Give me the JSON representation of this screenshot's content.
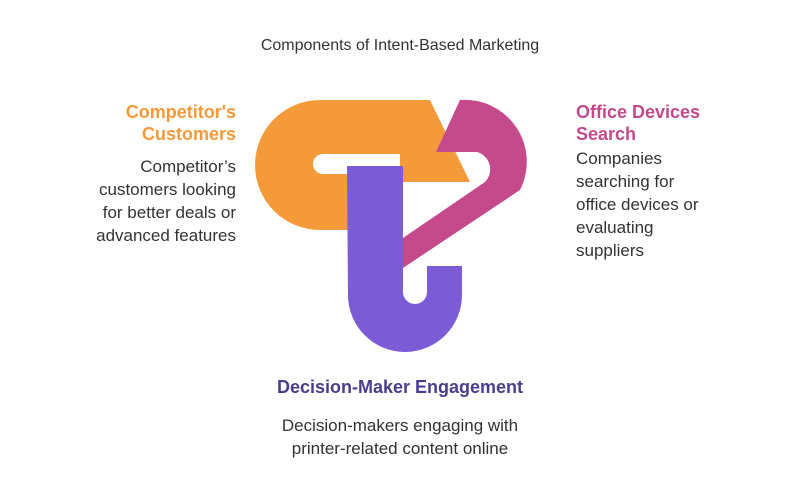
{
  "title": "Components of Intent-Based Marketing",
  "components": {
    "competitors": {
      "heading_lines": [
        "Competitor's",
        "Customers"
      ],
      "description_lines": [
        "Competitor’s",
        "customers looking",
        "for better deals or",
        "advanced features"
      ],
      "color": "#f59a3b"
    },
    "office_devices": {
      "heading_lines": [
        "Office Devices",
        "Search"
      ],
      "description_lines": [
        "Companies",
        "searching for",
        "office devices or",
        "evaluating",
        "suppliers"
      ],
      "color": "#c44a8c"
    },
    "decision_maker": {
      "heading_lines": [
        "Decision-Maker Engagement"
      ],
      "description_lines": [
        "Decision-makers engaging with",
        "printer-related content online"
      ],
      "color": "#7b5cd6"
    }
  }
}
